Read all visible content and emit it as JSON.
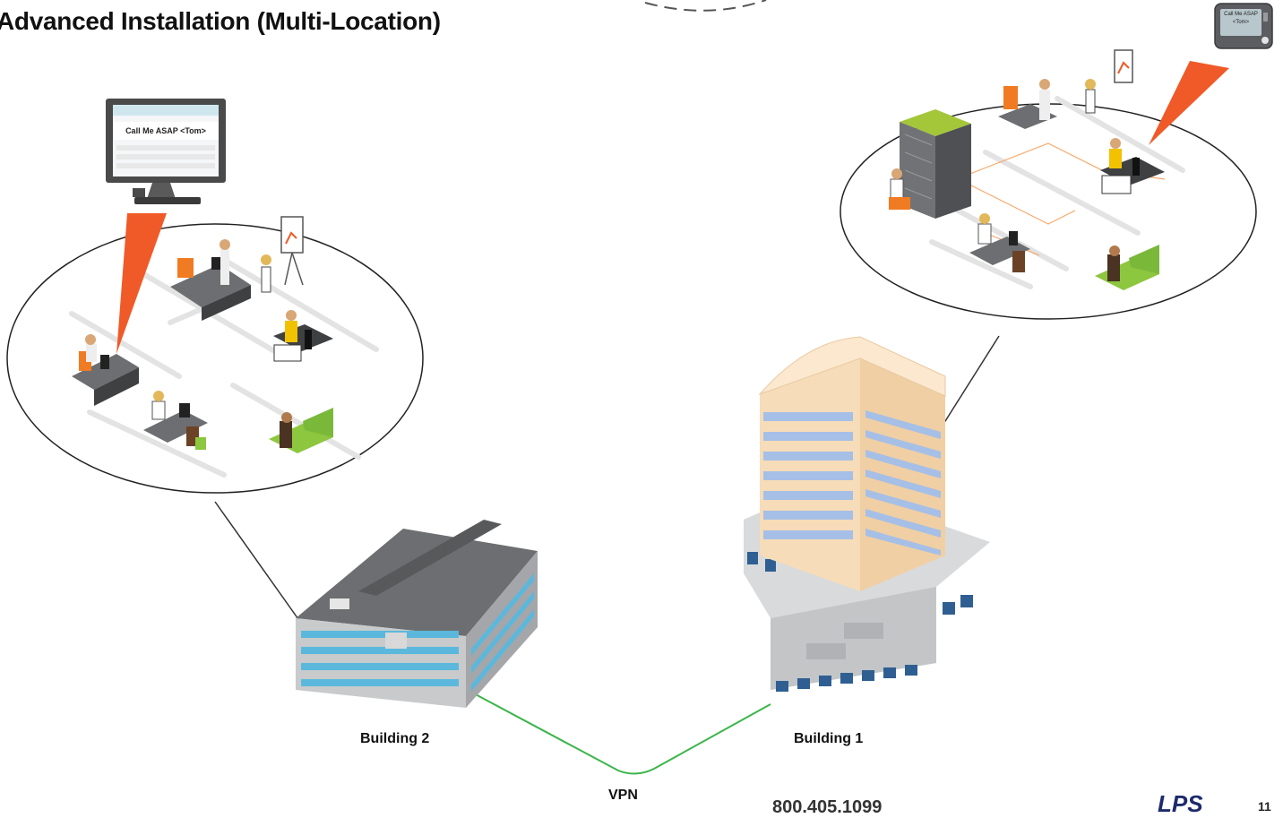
{
  "title": "Advanced Installation (Multi-Location)",
  "labels": {
    "building2": "Building 2",
    "building1": "Building 1",
    "vpn": "VPN"
  },
  "monitor": {
    "message": "Call Me ASAP <Tom>"
  },
  "pager": {
    "message": "Call Me ASAP <Tom>"
  },
  "footer": {
    "phone": "800.405.1099",
    "logo": "LPS",
    "page": "11"
  },
  "colors": {
    "vpn_line": "#3bb54a",
    "alert_arrow": "#f05a28",
    "building_glass": "#5bb8dc",
    "tower_body": "#f6dcb8",
    "sofa": "#8dc63f",
    "chair": "#f07b22"
  }
}
